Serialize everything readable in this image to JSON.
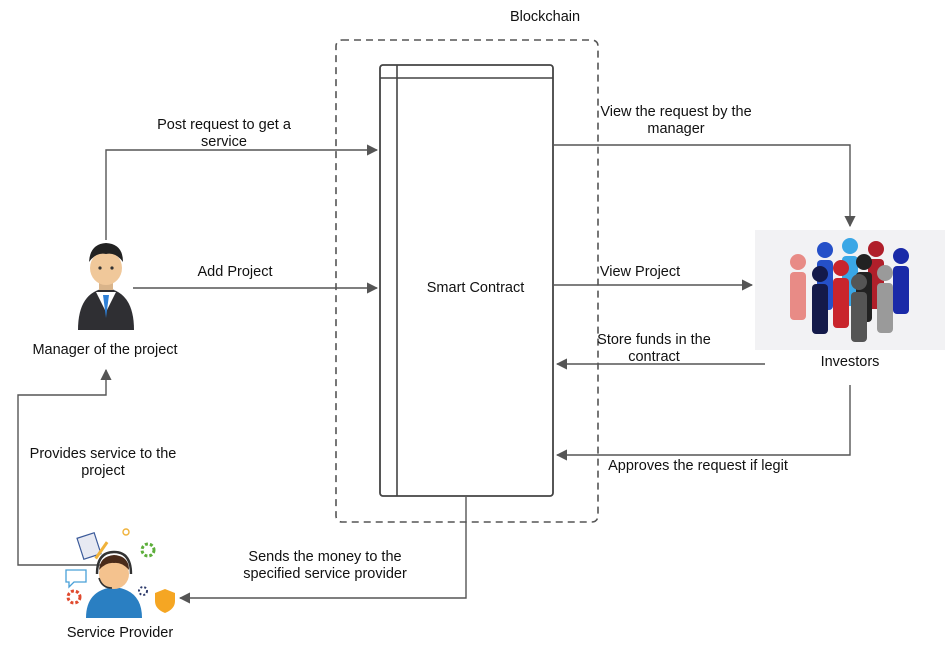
{
  "diagram": {
    "blockchain_label": "Blockchain",
    "smart_contract_label": "Smart Contract",
    "actors": {
      "manager": "Manager of the project",
      "investors": "Investors",
      "service_provider": "Service Provider"
    },
    "edges": {
      "post_request": "Post request to get a service",
      "add_project": "Add Project",
      "view_request": "View the request by the manager",
      "view_project": "View Project",
      "store_funds": "Store funds in the contract",
      "approves": "Approves the request if legit",
      "sends_money": "Sends the money to the specified service provider",
      "provides_service": "Provides service to the project"
    },
    "colors": {
      "arrow": "#555555",
      "border": "#444444",
      "investors_bg": "#f2f2f4"
    }
  }
}
